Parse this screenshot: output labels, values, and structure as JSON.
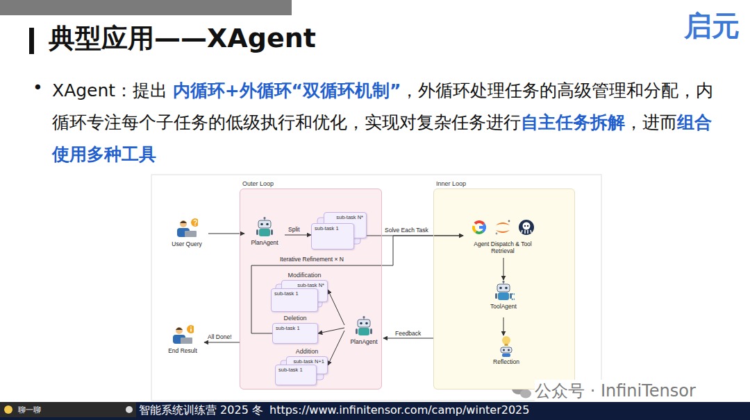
{
  "diagram": {
    "title": "典型应用——XAgent",
    "nodes": [
      {
        "text": [
          "User Query"
        ]
      },
      {
        "text": [
          "Outer Loop"
        ]
      },
      {
        "text": [
          "PlanAgent"
        ],
        "in": 1
      },
      {
        "text": [
          "sub-task N*"
        ],
        "in": 1
      },
      {
        "text": [
          "sub-task 1"
        ],
        "in": 1
      },
      {
        "text": [
          "Modification",
          "sub-task N*"
        ],
        "in": 1
      },
      {
        "text": [
          "sub-task 1"
        ],
        "in": 1
      },
      {
        "text": [
          "Deletion",
          "sub-task 1"
        ],
        "in": 1
      },
      {
        "text": [
          "Addition",
          "sub-task N+1"
        ],
        "in": 1
      },
      {
        "text": [
          "sub-task 1"
        ],
        "in": 1
      },
      {
        "text": [
          "PlanAgent"
        ],
        "in": 1
      },
      {
        "text": [
          "End Result"
        ]
      },
      {
        "text": [
          "Inner Loop"
        ]
      },
      {
        "text": [
          "Agent Dispatch & Tool Retrieval"
        ],
        "in": 12
      },
      {
        "text": [
          "ToolAgent"
        ],
        "in": 12
      },
      {
        "text": [
          "Reflection"
        ],
        "in": 12
      }
    ],
    "edges": [
      {
        "from": 0,
        "to": 2,
        "arrow": "to"
      },
      {
        "from": 2,
        "to": 4,
        "label": "Split",
        "arrow": "to"
      },
      {
        "from": 3,
        "to": 13,
        "label": "Solve Each Task",
        "arrow": "to"
      },
      {
        "from": 13,
        "to": 14,
        "arrow": "to"
      },
      {
        "from": 14,
        "to": 15,
        "arrow": "to"
      },
      {
        "from": 12,
        "to": 10,
        "label": "Feedback",
        "arrow": "to"
      },
      {
        "from": 10,
        "to": 5,
        "arrow": "to"
      },
      {
        "from": 10,
        "to": 7,
        "arrow": "to"
      },
      {
        "from": 10,
        "to": 8,
        "arrow": "to"
      },
      {
        "from": 7,
        "to": 13,
        "label": "Iterative Refinement × N",
        "arrow": "to"
      },
      {
        "from": 1,
        "to": 11,
        "label": "All Done!",
        "arrow": "to"
      }
    ],
    "labels": [
      "•",
      "XAgent：提出",
      "内循环+外循环“双循环机制”",
      "，外循环处理任务的高级管理和分配，内循环专注每个子任务的低级执行和优化，实现对复杂任务进行",
      "自主任务拆解",
      "，进而",
      "组合使用多种工具",
      "启元",
      "聊一聊",
      "智能系统训练营 2025 冬",
      "https://www.infinitensor.com/camp/winter2025",
      "公众号 · InfiniTensor"
    ]
  }
}
